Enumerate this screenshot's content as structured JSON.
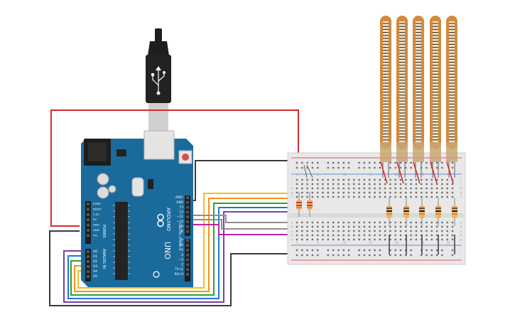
{
  "board": {
    "brand": "ARDUINO",
    "model": "UNO",
    "digital_label": "DIGITAL (PWM~)",
    "analog_label": "ANALOG IN",
    "power_label": "POWER",
    "power_pins": [
      "IOREF",
      "RESET",
      "3.3V",
      "5V",
      "GND",
      "GND",
      "Vin"
    ],
    "analog_pins": [
      "A0",
      "A1",
      "A2",
      "A3",
      "A4",
      "A5"
    ],
    "digital_pins": [
      "AREF",
      "GND",
      "13",
      "12",
      "~11",
      "~10",
      "~9",
      "8",
      "7",
      "~6",
      "~5",
      "4",
      "~3",
      "2",
      "TX→1",
      "RX←0"
    ]
  },
  "breadboard": {
    "rows_top": [
      "j",
      "i",
      "h",
      "g",
      "f"
    ],
    "rows_bottom": [
      "e",
      "d",
      "c",
      "b",
      "a"
    ],
    "column_numbers": [
      "1",
      "5",
      "10",
      "15",
      "20",
      "25",
      "30"
    ]
  },
  "colors": {
    "board": "#1a6b9c",
    "red_wire": "#d62b2b",
    "black_wire": "#3a3a3a",
    "wire_yellow": "#f0c20f",
    "wire_orange": "#f5921e",
    "wire_green": "#33a02c",
    "wire_blue": "#1f78d8",
    "wire_purple": "#7b3fa0",
    "wire_gray": "#8f8f8f",
    "wire_magenta": "#c01fb0",
    "flex_sensor": "#d28a3c"
  }
}
